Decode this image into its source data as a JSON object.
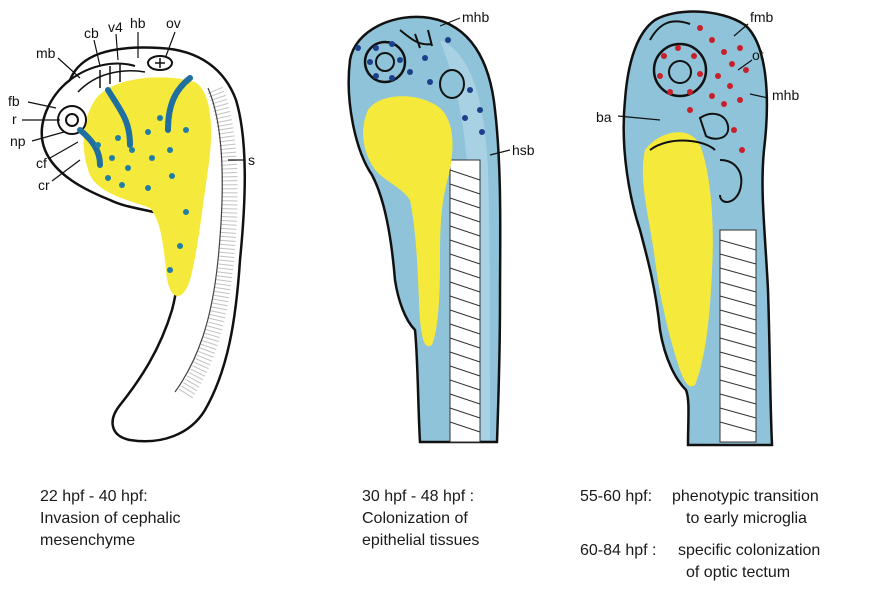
{
  "panel1": {
    "labels": {
      "cb": "cb",
      "v4": "v4",
      "hb": "hb",
      "ov": "ov",
      "mb": "mb",
      "fb": "fb",
      "r": "r",
      "np": "np",
      "cf": "cf",
      "cr": "cr",
      "s": "s"
    },
    "caption": [
      "22 hpf - 40 hpf:",
      "Invasion of cephalic",
      "mesenchyme"
    ]
  },
  "panel2": {
    "labels": {
      "mhb": "mhb",
      "hsb": "hsb"
    },
    "caption": [
      "30 hpf - 48 hpf :",
      "Colonization of",
      "epithelial tissues"
    ]
  },
  "panel3": {
    "labels": {
      "fmb": "fmb",
      "ot": "ot",
      "mhb": "mhb",
      "ba": "ba"
    },
    "caption": [
      {
        "time": "55-60 hpf:",
        "text": "phenotypic transition",
        "text2": "to early microglia"
      },
      {
        "time": "60-84 hpf :",
        "text": "specific colonization",
        "text2": "of optic tectum"
      }
    ]
  },
  "colors": {
    "yolk": "#f5ea3c",
    "tissue": "#8ec3d9",
    "cell_blue": "#1f7fa6",
    "cell_red": "#c8202a",
    "outline": "#111111"
  }
}
